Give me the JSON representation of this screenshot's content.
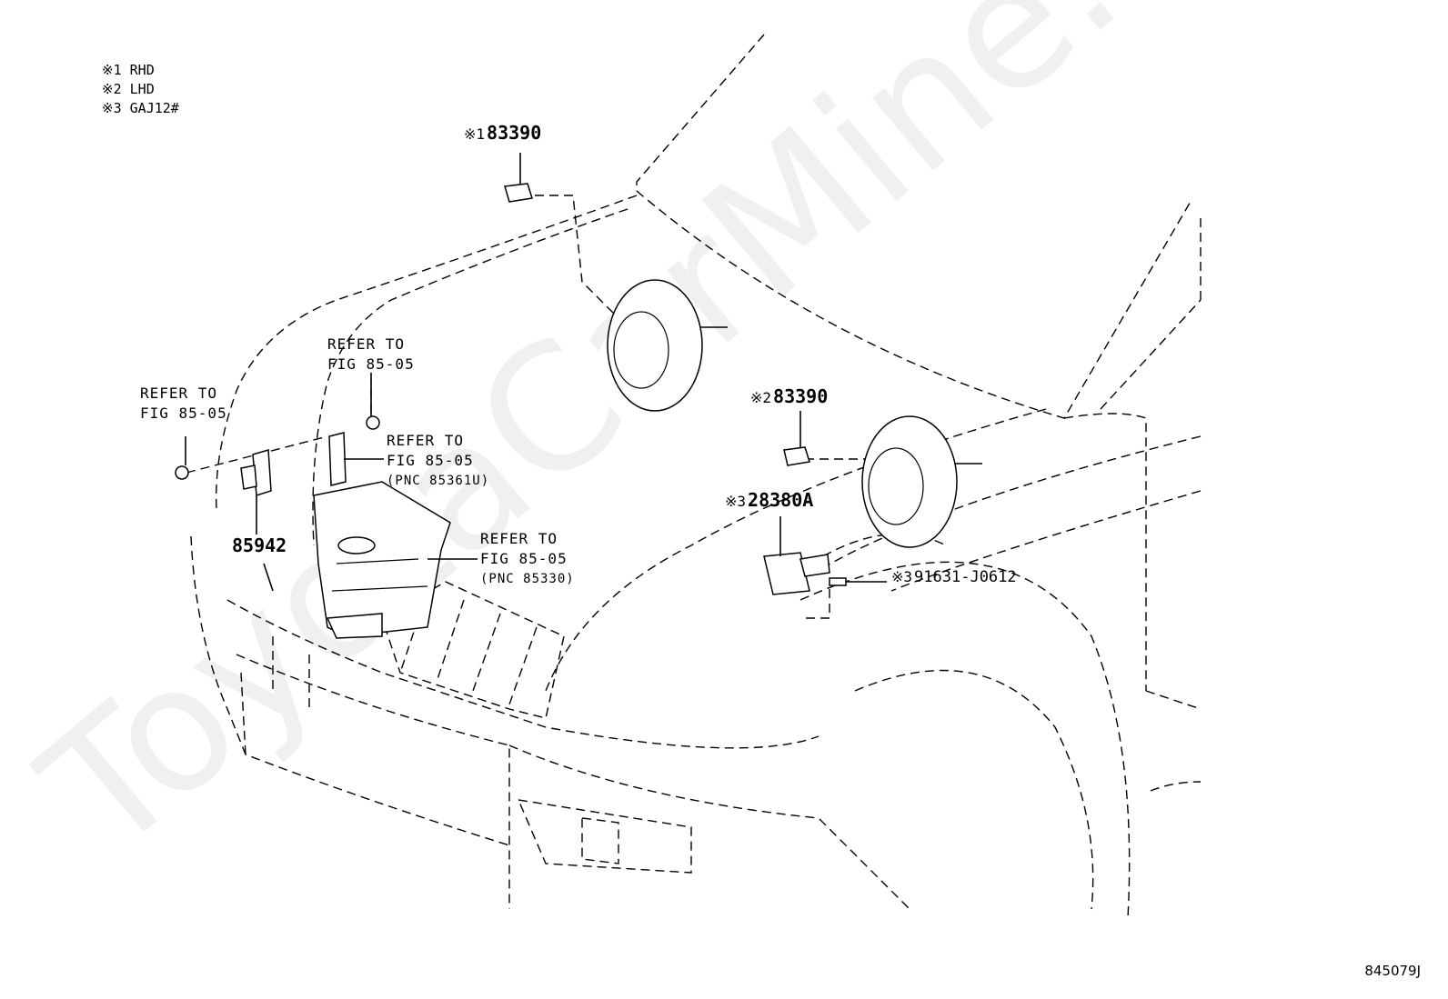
{
  "legend": [
    {
      "mark": "※1",
      "text": "RHD"
    },
    {
      "mark": "※2",
      "text": "LHD"
    },
    {
      "mark": "※3",
      "text": "GAJ12#"
    }
  ],
  "watermark": "ToyotaCarMine.ru",
  "diagram_code": "845079J",
  "parts": {
    "horn_rhd": {
      "mark": "※1",
      "number": "83390"
    },
    "horn_lhd": {
      "mark": "※2",
      "number": "83390"
    },
    "sensor": {
      "mark": "※3",
      "number": "28380A"
    },
    "bolt": {
      "mark": "※3",
      "number": "91631-J0612"
    },
    "bracket": {
      "number": "85942"
    }
  },
  "references": {
    "ref_left": {
      "line1": "REFER TO",
      "line2": "FIG 85-05"
    },
    "ref_top": {
      "line1": "REFER TO",
      "line2": "FIG 85-05"
    },
    "ref_mid": {
      "line1": "REFER TO",
      "line2": "FIG 85-05",
      "pnc": "(PNC 85361U)"
    },
    "ref_tank": {
      "line1": "REFER TO",
      "line2": "FIG 85-05",
      "pnc": "(PNC 85330)"
    }
  }
}
